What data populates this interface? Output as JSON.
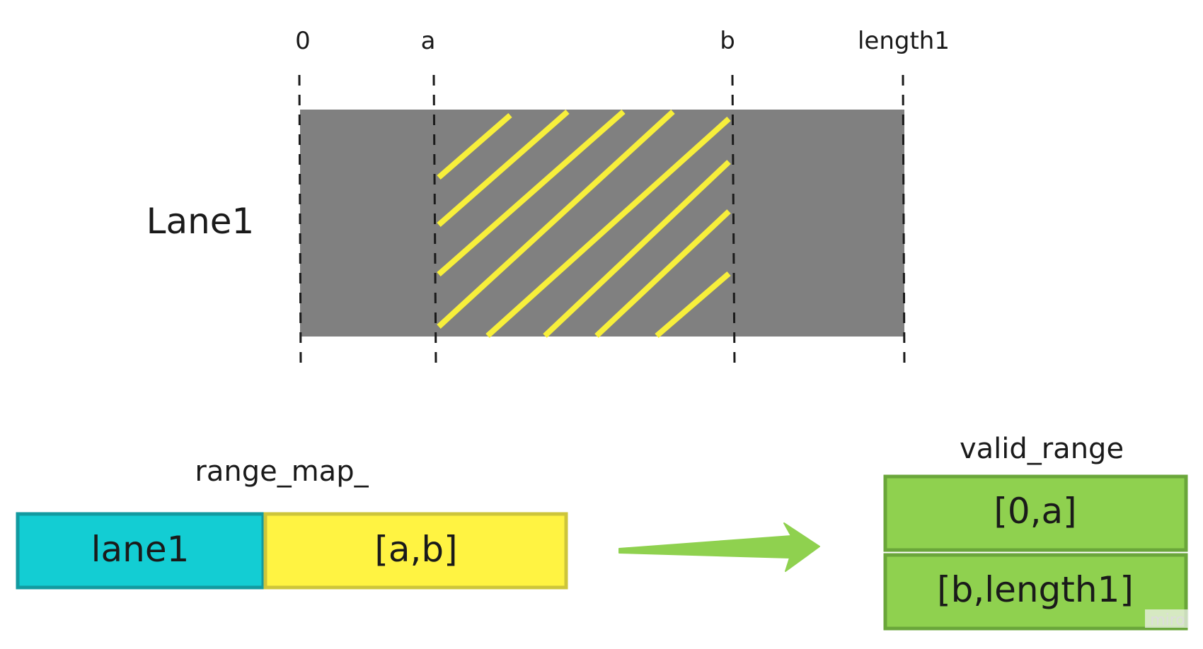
{
  "colors": {
    "lane_fill": "#808080",
    "hatch": "#f7ef3b",
    "divider": "#1a1a1a",
    "lane_key_fill": "#13cdd3",
    "lane_key_border": "#129aa0",
    "range_fill": "#fff342",
    "range_border": "#cdc53b",
    "arrow": "#8fd14f",
    "valid_fill": "#8fd14f",
    "valid_border": "#6aa63a",
    "text": "#1a1a1a"
  },
  "lane": {
    "name": "Lane1",
    "markers": [
      "0",
      "a",
      "b",
      "length1"
    ]
  },
  "range_map": {
    "title": "range_map_",
    "key": "lane1",
    "value": "[a,b]"
  },
  "valid_range": {
    "title": "valid_range",
    "items": [
      "[0,a]",
      "[b,length1]"
    ]
  },
  "watermark": "miro"
}
